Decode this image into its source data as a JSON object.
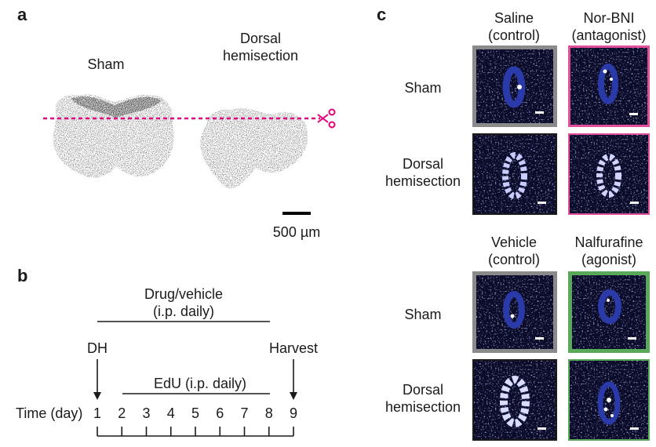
{
  "panel_a": {
    "letter": "a",
    "sham_label": "Sham",
    "dh_label_line1": "Dorsal",
    "dh_label_line2": "hemisection",
    "scale_label": "500 µm",
    "cut_color": "#e6007e"
  },
  "panel_b": {
    "letter": "b",
    "drug_line1": "Drug/vehicle",
    "drug_line2": "(i.p. daily)",
    "dh_label": "DH",
    "harvest_label": "Harvest",
    "edu_label": "EdU (i.p. daily)",
    "time_label": "Time (day)",
    "days": [
      "1",
      "2",
      "3",
      "4",
      "5",
      "6",
      "7",
      "8",
      "9"
    ]
  },
  "panel_c": {
    "letter": "c",
    "top_block": {
      "col1_line1": "Saline",
      "col1_line2": "(control)",
      "col2_line1": "Nor-BNI",
      "col2_line2": "(antagonist)",
      "row1": "Sham",
      "row2_line1": "Dorsal",
      "row2_line2": "hemisection"
    },
    "bottom_block": {
      "col1_line1": "Vehicle",
      "col1_line2": "(control)",
      "col2_line1": "Nalfurafine",
      "col2_line2": "(agonist)",
      "row1": "Sham",
      "row2_line1": "Dorsal",
      "row2_line2": "hemisection"
    },
    "colors": {
      "control_sham_frame": "#8a8a8a",
      "antagonist_frame": "#e0509a",
      "agonist_frame": "#5aa85a",
      "dh_control_frame": "#1a1a1a"
    }
  }
}
